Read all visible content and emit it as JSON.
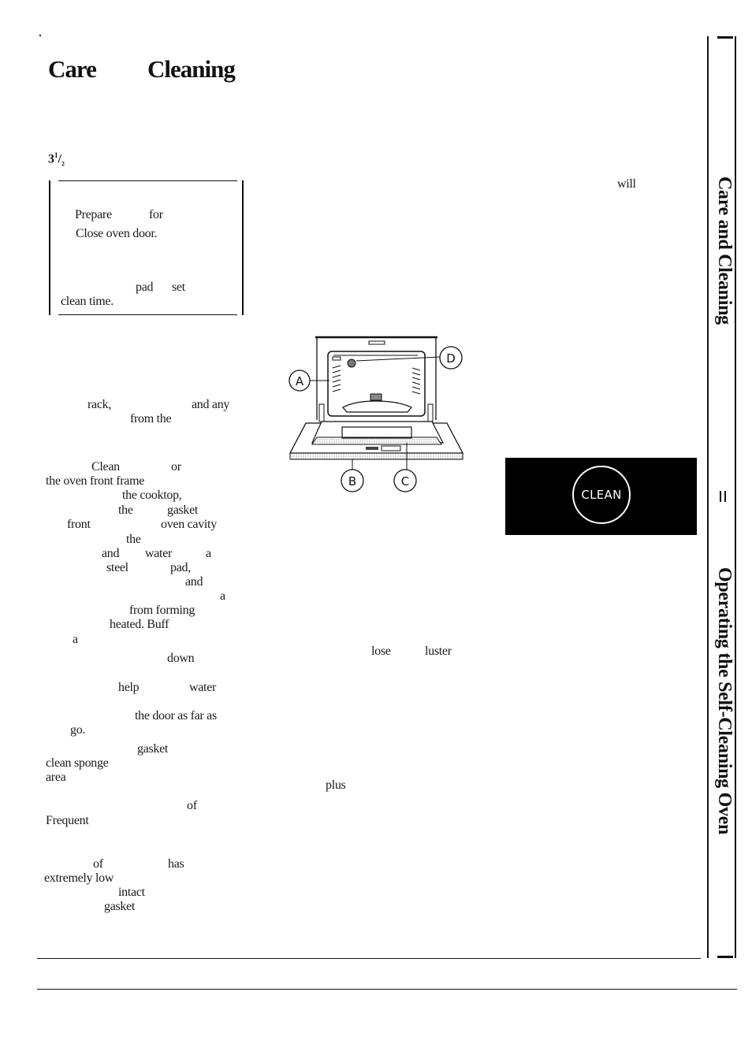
{
  "page": {
    "title": {
      "word1": "Care",
      "word2": "Cleaning"
    },
    "subheading": {
      "whole": "3",
      "fraction_num": "1",
      "fraction_den": "2"
    }
  },
  "box": {
    "lines": [
      {
        "id": "l1a",
        "text": "Prepare"
      },
      {
        "id": "l1b",
        "text": "for"
      },
      {
        "id": "l2",
        "text": "Close oven door."
      },
      {
        "id": "l3a",
        "text": "pad"
      },
      {
        "id": "l3b",
        "text": "set"
      },
      {
        "id": "l4",
        "text": "clean time."
      }
    ]
  },
  "left_column": {
    "fragments": [
      "rack,",
      "and any",
      "from the",
      "Clean",
      "or",
      "the oven front frame",
      "the cooktop,",
      "the",
      "gasket",
      "front",
      "oven cavity",
      "the",
      "and",
      "water",
      "a",
      "steel",
      "pad,",
      "and",
      "a",
      "from forming",
      "heated. Buff",
      "a",
      "down",
      "help",
      "water",
      "the door as far as",
      "go.",
      "gasket",
      "clean sponge",
      "area",
      "of",
      "Frequent",
      "of",
      "has",
      "extremely low",
      "intact",
      "gasket"
    ]
  },
  "figure": {
    "name": "oven door open illustration",
    "callouts": [
      "A",
      "B",
      "C",
      "D"
    ]
  },
  "right_column": {
    "fragments": [
      "will",
      "lose",
      "luster",
      "plus"
    ]
  },
  "clean_pad": {
    "label": "CLEAN",
    "bg": "#000000",
    "fg": "#ffffff"
  },
  "side_tabs": {
    "top": "Care and Cleaning",
    "bottom": "Operating the Self-Cleaning Oven"
  }
}
